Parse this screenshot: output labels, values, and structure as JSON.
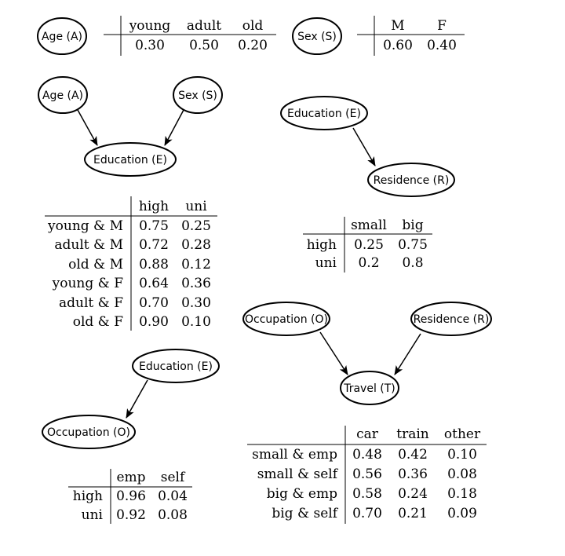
{
  "nodes": {
    "age_top": "Age (A)",
    "sex_top": "Sex (S)",
    "age": "Age (A)",
    "sex": "Sex (S)",
    "education_1": "Education (E)",
    "education_2": "Education (E)",
    "education_3": "Education (E)",
    "residence_1": "Residence (R)",
    "residence_2": "Residence (R)",
    "occupation_1": "Occupation (O)",
    "occupation_2": "Occupation (O)",
    "travel": "Travel (T)"
  },
  "tables": {
    "age": {
      "columns": [
        "young",
        "adult",
        "old"
      ],
      "values": [
        "0.30",
        "0.50",
        "0.20"
      ]
    },
    "sex": {
      "columns": [
        "M",
        "F"
      ],
      "values": [
        "0.60",
        "0.40"
      ]
    },
    "education": {
      "columns": [
        "high",
        "uni"
      ],
      "rows": [
        {
          "label": "young & M",
          "values": [
            "0.75",
            "0.25"
          ]
        },
        {
          "label": "adult & M",
          "values": [
            "0.72",
            "0.28"
          ]
        },
        {
          "label": "old & M",
          "values": [
            "0.88",
            "0.12"
          ]
        },
        {
          "label": "young & F",
          "values": [
            "0.64",
            "0.36"
          ]
        },
        {
          "label": "adult & F",
          "values": [
            "0.70",
            "0.30"
          ]
        },
        {
          "label": "old & F",
          "values": [
            "0.90",
            "0.10"
          ]
        }
      ]
    },
    "residence": {
      "columns": [
        "small",
        "big"
      ],
      "rows": [
        {
          "label": "high",
          "values": [
            "0.25",
            "0.75"
          ]
        },
        {
          "label": "uni",
          "values": [
            "0.2",
            "0.8"
          ]
        }
      ]
    },
    "occupation": {
      "columns": [
        "emp",
        "self"
      ],
      "rows": [
        {
          "label": "high",
          "values": [
            "0.96",
            "0.04"
          ]
        },
        {
          "label": "uni",
          "values": [
            "0.92",
            "0.08"
          ]
        }
      ]
    },
    "travel": {
      "columns": [
        "car",
        "train",
        "other"
      ],
      "rows": [
        {
          "label": "small & emp",
          "values": [
            "0.48",
            "0.42",
            "0.10"
          ]
        },
        {
          "label": "small & self",
          "values": [
            "0.56",
            "0.36",
            "0.08"
          ]
        },
        {
          "label": "big & emp",
          "values": [
            "0.58",
            "0.24",
            "0.18"
          ]
        },
        {
          "label": "big & self",
          "values": [
            "0.70",
            "0.21",
            "0.09"
          ]
        }
      ]
    }
  }
}
